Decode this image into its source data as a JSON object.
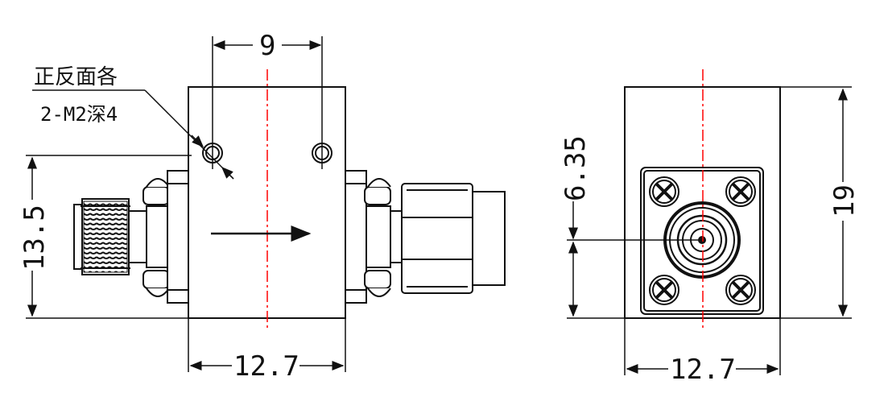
{
  "annotation": {
    "line1": "正反面各",
    "line2": "2-M2深4"
  },
  "dimensions": {
    "hole_spacing": "9",
    "side_height": "13.5",
    "side_width": "12.7",
    "front_connector_offset": "6.35",
    "front_height": "19",
    "front_width": "12.7"
  },
  "colors": {
    "line": "#111111",
    "centerline": "#ff0000",
    "background": "#ffffff"
  },
  "icons": {
    "direction_arrow": "right-arrow-icon",
    "screw": "cross-screw-icon"
  }
}
